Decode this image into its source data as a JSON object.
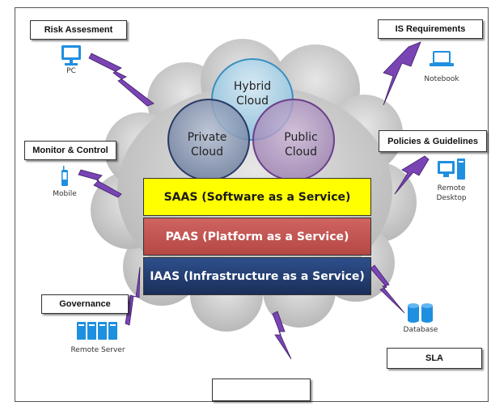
{
  "boxes": {
    "risk": "Risk Assesment",
    "is_req": "IS Requirements",
    "monitor": "Monitor & Control",
    "policies": "Policies & Guidelines",
    "governance": "Governance",
    "sla": "SLA",
    "bottom": ""
  },
  "devices": {
    "pc": "PC",
    "notebook": "Notebook",
    "mobile": "Mobile",
    "remote_desktop_1": "Remote",
    "remote_desktop_2": "Desktop",
    "remote_server": "Remote Server",
    "database": "Database"
  },
  "clouds": {
    "hybrid_1": "Hybrid",
    "hybrid_2": "Cloud",
    "private_1": "Private",
    "private_2": "Cloud",
    "public_1": "Public",
    "public_2": "Cloud"
  },
  "layers": {
    "saas": "SAAS (Software as a Service)",
    "paas": "PAAS (Platform as a Service)",
    "iaas": "IAAS (Infrastructure as a Service)"
  },
  "colors": {
    "saas": "#ffff00",
    "paas": "#c0504d",
    "iaas": "#1f3c70",
    "bolt": "#7a44b5",
    "device": "#1f8fe0",
    "cloud": "#cfcfcf"
  },
  "icons": [
    "monitor-icon",
    "laptop-icon",
    "phone-icon",
    "desktop-icon",
    "server-icon",
    "database-icon",
    "lightning-bolt-icon",
    "cloud-icon"
  ]
}
